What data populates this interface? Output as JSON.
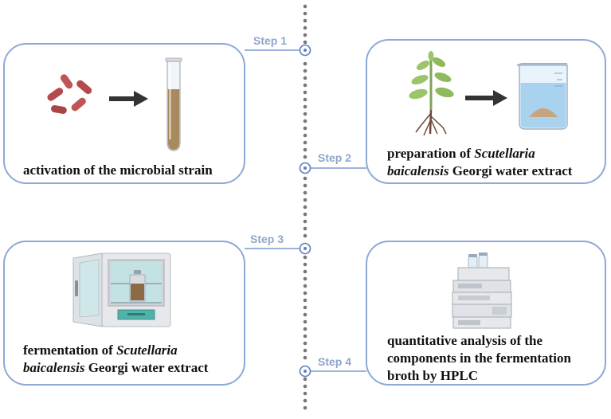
{
  "colors": {
    "box_border": "#8ea8d8",
    "step_text": "#8fa6c9",
    "dots": "#777777",
    "arrow": "#333333"
  },
  "steps": [
    {
      "label": "Step 1",
      "caption": [
        {
          "text": "activation of the microbial strain",
          "italic": false
        }
      ],
      "icons": [
        "bacteria-icon",
        "arrow-right-icon",
        "test-tube-icon"
      ]
    },
    {
      "label": "Step 2",
      "caption_line1": [
        {
          "text": "preparation of ",
          "italic": false
        },
        {
          "text": "Scutellaria",
          "italic": true
        }
      ],
      "caption_line2": [
        {
          "text": "baicalensis",
          "italic": true
        },
        {
          "text": " Georgi water extract",
          "italic": false
        }
      ],
      "icons": [
        "plant-icon",
        "arrow-right-icon",
        "beaker-icon"
      ]
    },
    {
      "label": "Step 3",
      "caption_line1": [
        {
          "text": "fermentation of ",
          "italic": false
        },
        {
          "text": "Scutellaria",
          "italic": true
        }
      ],
      "caption_line2": [
        {
          "text": "baicalensis",
          "italic": true
        },
        {
          "text": " Georgi water extract",
          "italic": false
        }
      ],
      "icons": [
        "incubator-icon"
      ]
    },
    {
      "label": "Step 4",
      "caption_lines": [
        "quantitative analysis of the",
        "components in the fermentation",
        "broth by HPLC"
      ],
      "icons": [
        "hplc-instrument-icon"
      ]
    }
  ]
}
